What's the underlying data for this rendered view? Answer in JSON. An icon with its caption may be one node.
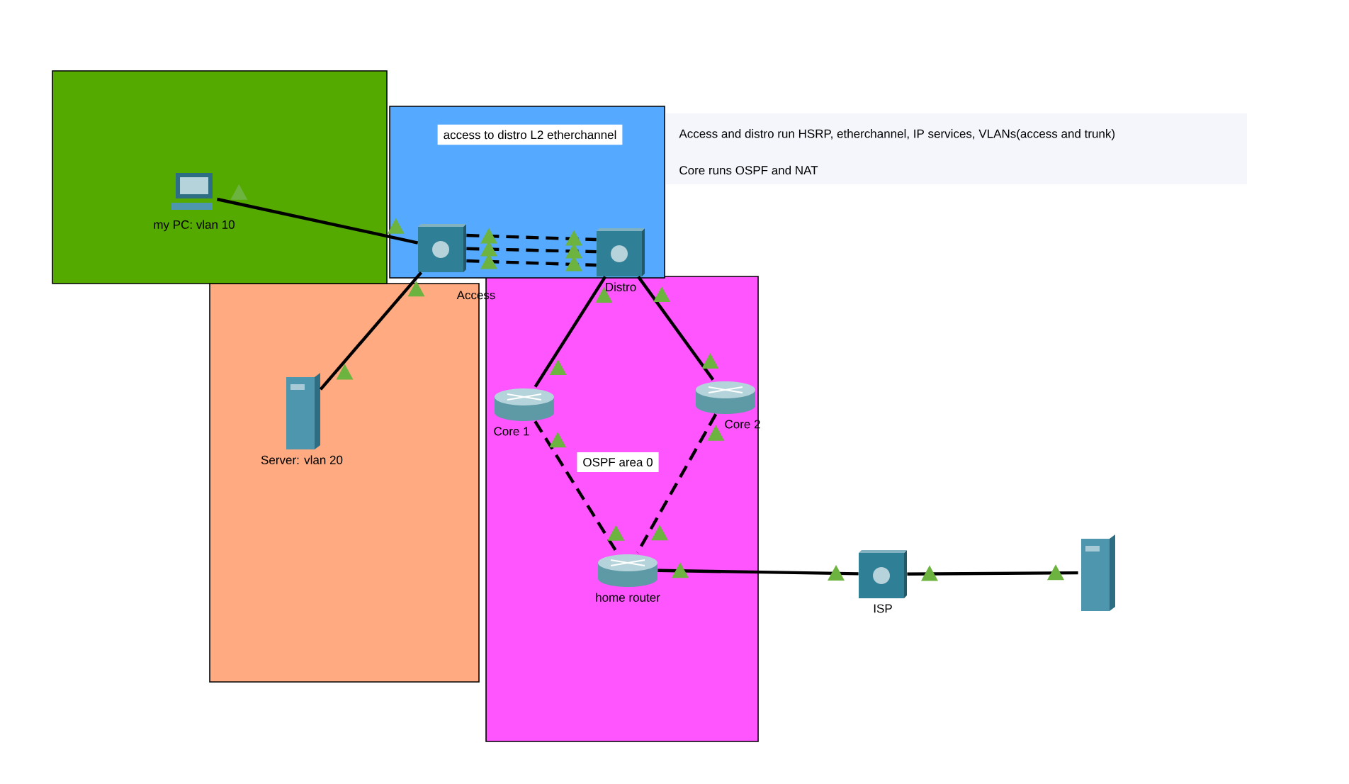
{
  "diagram": {
    "nodes": [
      {
        "text": [
          "my PC: vlan 10"
        ]
      },
      {
        "text": [
          "Access"
        ]
      },
      {
        "text": [
          "Distro"
        ]
      },
      {
        "text": [
          "Server: vlan 20"
        ]
      },
      {
        "text": [
          "Core 1"
        ]
      },
      {
        "text": [
          "Core 2"
        ]
      },
      {
        "text": [
          "home router"
        ]
      },
      {
        "text": [
          "ISP"
        ]
      },
      {
        "text": [],
        "shape": "server"
      }
    ],
    "edges": [
      {
        "from": 0,
        "to": 1,
        "arrow": "none"
      },
      {
        "from": 1,
        "to": 2,
        "arrow": "none",
        "style": "dashed"
      },
      {
        "from": 1,
        "to": 2,
        "arrow": "none",
        "style": "dashed"
      },
      {
        "from": 1,
        "to": 2,
        "arrow": "none",
        "style": "dashed"
      },
      {
        "from": 3,
        "to": 1,
        "arrow": "none"
      },
      {
        "from": 2,
        "to": 4,
        "arrow": "none"
      },
      {
        "from": 2,
        "to": 5,
        "arrow": "none"
      },
      {
        "from": 4,
        "to": 6,
        "arrow": "none",
        "style": "dashed"
      },
      {
        "from": 5,
        "to": 6,
        "arrow": "none",
        "style": "dashed"
      },
      {
        "from": 6,
        "to": 7,
        "arrow": "none"
      },
      {
        "from": 7,
        "to": 8,
        "arrow": "none"
      }
    ],
    "labels": [
      "access to distro L2 etherchannel",
      "Access and distro run HSRP, etherchannel, IP services, VLANs(access and trunk)",
      "Core runs OSPF and NAT",
      "OSPF area 0"
    ]
  }
}
